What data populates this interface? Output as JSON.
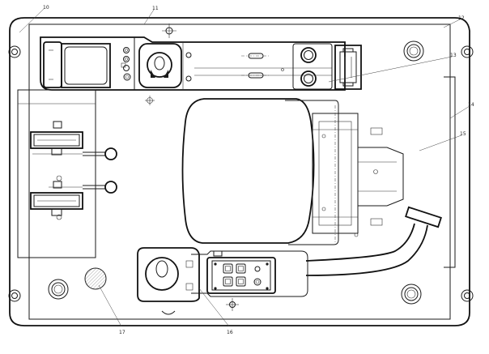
{
  "drawing": {
    "callouts": [
      "10",
      "11",
      "12",
      "13",
      "14",
      "15",
      "16",
      "17"
    ]
  }
}
